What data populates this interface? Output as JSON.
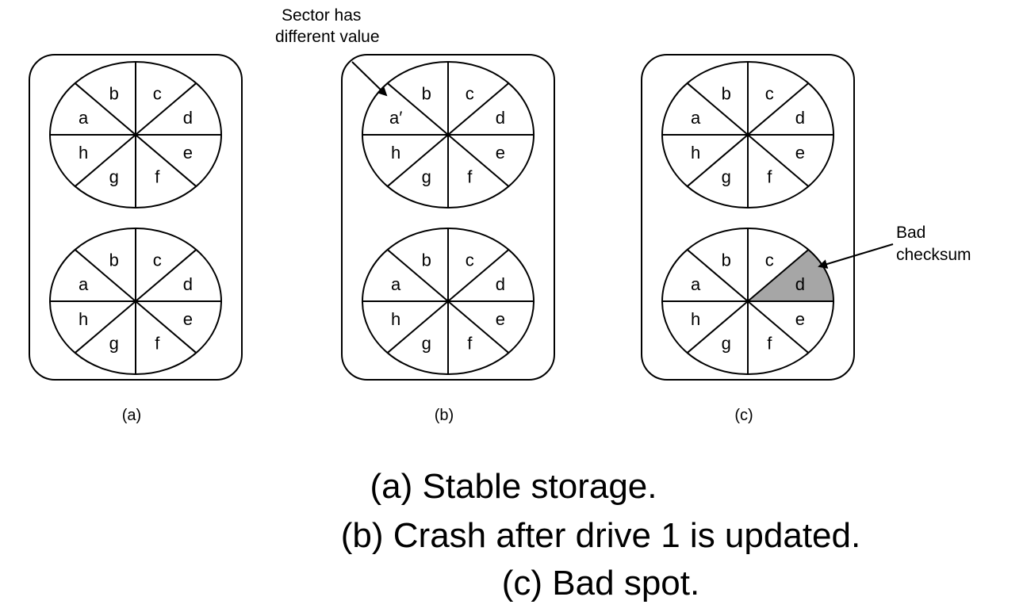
{
  "panels": [
    {
      "label": "(a)",
      "drives": [
        {
          "sectors": [
            "a",
            "b",
            "c",
            "d",
            "e",
            "f",
            "g",
            "h"
          ],
          "bad_sector": null
        },
        {
          "sectors": [
            "a",
            "b",
            "c",
            "d",
            "e",
            "f",
            "g",
            "h"
          ],
          "bad_sector": null
        }
      ]
    },
    {
      "label": "(b)",
      "drives": [
        {
          "sectors": [
            "a′",
            "b",
            "c",
            "d",
            "e",
            "f",
            "g",
            "h"
          ],
          "bad_sector": null
        },
        {
          "sectors": [
            "a",
            "b",
            "c",
            "d",
            "e",
            "f",
            "g",
            "h"
          ],
          "bad_sector": null
        }
      ]
    },
    {
      "label": "(c)",
      "drives": [
        {
          "sectors": [
            "a",
            "b",
            "c",
            "d",
            "e",
            "f",
            "g",
            "h"
          ],
          "bad_sector": null
        },
        {
          "sectors": [
            "a",
            "b",
            "c",
            "d",
            "e",
            "f",
            "g",
            "h"
          ],
          "bad_sector": "d"
        }
      ]
    }
  ],
  "annotations": {
    "different_value": [
      "Sector has",
      "different value"
    ],
    "bad_checksum": [
      "Bad",
      "checksum"
    ]
  },
  "captions": {
    "a": "(a) Stable storage.",
    "b": "(b) Crash after drive 1 is updated.",
    "c": "(c) Bad spot."
  },
  "colors": {
    "bad_fill": "#a6a6a6",
    "stroke": "#000000"
  }
}
